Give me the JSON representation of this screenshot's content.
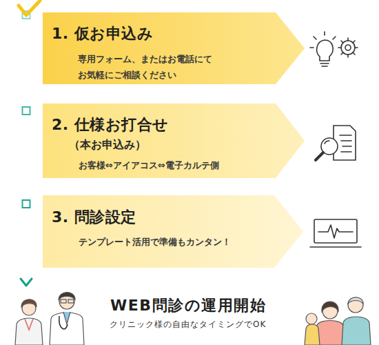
{
  "diagram": {
    "nodes": [
      {
        "text": [
          "1. 仮お申込み",
          "専用フォーム、またはお電話にて お気軽にご相談ください"
        ]
      },
      {
        "text": [
          "2. 仕様お打合せ",
          "（本お申込み）",
          "お客様⇔アイアコス⇔電子カルテ側"
        ]
      },
      {
        "text": [
          "3. 問診設定",
          "テンプレート活用で準備もカンタン！"
        ]
      }
    ],
    "labels": [
      "WEB問診の運用開始",
      "クリニック様の自由なタイミングでOK"
    ]
  }
}
